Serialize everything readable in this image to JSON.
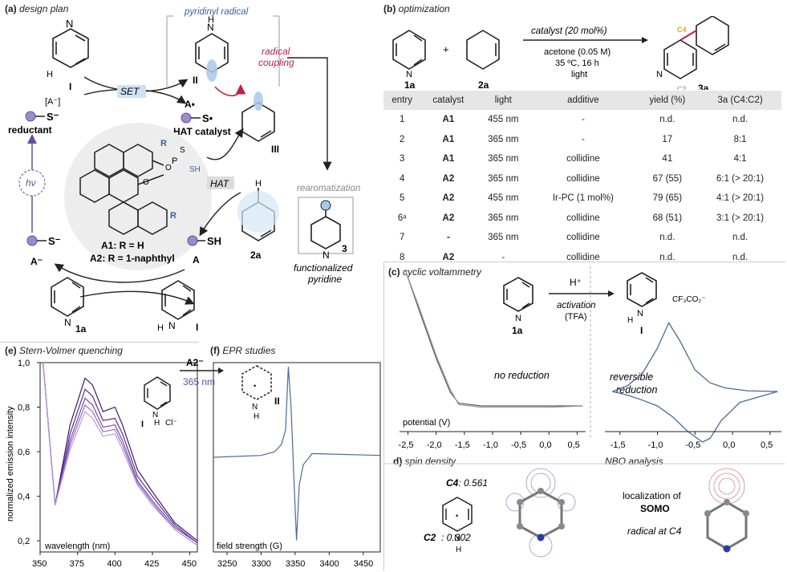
{
  "panel_a": {
    "label": "(a)",
    "title": "design plan",
    "pyridinyl_radical": "pyridinyl radical",
    "radical_coupling_1": "radical",
    "radical_coupling_2": "coupling",
    "set": "SET",
    "hat": "HAT",
    "reductant": "reductant",
    "hat_catalyst": "HAT catalyst",
    "hv": "hν",
    "a1": "A1: R = H",
    "a2": "A2: R = 1-naphthyl",
    "rearomatization": "rearomatization",
    "functionalized_1": "functionalized",
    "functionalized_2": "pyridine",
    "label_I_top": "I",
    "label_II": "II",
    "label_III": "III",
    "label_A_minus": "A⁻",
    "label_A": "A",
    "label_2a": "2a",
    "label_1a": "1a",
    "label_I_bottom": "I",
    "label_3": "3",
    "sh": "SH",
    "s_minus": "S⁻",
    "a_anion": "[A⁻]"
  },
  "panel_b": {
    "label": "(b)",
    "title": "optimization",
    "catalyst_cond": "catalyst (20 mol%)",
    "solvent": "acetone (0.05 M)",
    "temp": "35 ºC, 16 h",
    "light": "light",
    "lbl_1a": "1a",
    "lbl_2a": "2a",
    "lbl_3a": "3a",
    "plus": "+",
    "c4": "C4",
    "c2": "C2",
    "headers": [
      "entry",
      "catalyst",
      "light",
      "additive",
      "yield (%)",
      "3a (C4:C2)"
    ],
    "rows": [
      [
        "1",
        "A1",
        "455 nm",
        "-",
        "n.d.",
        "n.d."
      ],
      [
        "2",
        "A1",
        "365 nm",
        "-",
        "17",
        "8:1"
      ],
      [
        "3",
        "A1",
        "365 nm",
        "collidine",
        "41",
        "4:1"
      ],
      [
        "4",
        "A2",
        "365 nm",
        "collidine",
        "67 (55)",
        "6:1 (> 20:1)"
      ],
      [
        "5",
        "A2",
        "455 nm",
        "Ir-PC (1 mol%)",
        "79 (65)",
        "4:1 (> 20:1)"
      ],
      [
        "6ᵃ",
        "A2",
        "365 nm",
        "collidine",
        "68 (51)",
        "3:1 (> 20:1)"
      ],
      [
        "7",
        "-",
        "365 nm",
        "collidine",
        "n.d.",
        "n.d."
      ],
      [
        "8",
        "A2",
        "-",
        "collidine",
        "n.d.",
        "n.d."
      ]
    ]
  },
  "panel_c": {
    "label": "(c)",
    "title": "cyclic voltammetry",
    "h_plus": "H⁺",
    "activation": "activation",
    "tfa": "(TFA)",
    "lbl_1a": "1a",
    "lbl_I": "I",
    "counter": "CF₃CO₂⁻",
    "no_reduction": "no reduction",
    "reversible": "reversible",
    "reduction": "reduction",
    "xlabel": "potential (V)",
    "left_ticks": [
      "-2,5",
      "-2,0",
      "-1,5",
      "-1,0",
      "-0,5",
      "0,0",
      "0,5"
    ],
    "right_ticks": [
      "-1,5",
      "-1,0",
      "-0,5",
      "0,0",
      "0,5"
    ]
  },
  "panel_d": {
    "label": "d)",
    "title": "spin density",
    "nbo": "NBO analysis",
    "c4": "C4",
    "c4_val": ": 0.561",
    "c2": "C2",
    "c2_val": ": 0.302",
    "localization": "localization of",
    "somo": "SOMO",
    "radical_c4": "radical at C4"
  },
  "panel_e": {
    "label": "(e)",
    "title": "Stern-Volmer quenching",
    "ylabel": "normalized emission intensity",
    "xlabel": "wavelength (nm)",
    "a2": "A2⁻",
    "nm": "365 nm",
    "lbl_I": "I",
    "cl": "Cl⁻",
    "yticks": [
      "1,0",
      "0,8",
      "0,6",
      "0,4",
      "0,2"
    ],
    "xticks": [
      "350",
      "375",
      "400",
      "425",
      "450"
    ]
  },
  "panel_f": {
    "label": "(f)",
    "title": "EPR studies",
    "lbl_II": "II",
    "xlabel": "field strength (G)",
    "xticks": [
      "3250",
      "3300",
      "3350",
      "3400",
      "3450"
    ]
  },
  "chart_data": [
    {
      "type": "line",
      "title": "Stern-Volmer quenching",
      "xlabel": "wavelength (nm)",
      "ylabel": "normalized emission intensity",
      "xlim": [
        350,
        455
      ],
      "ylim": [
        0.15,
        1.0
      ],
      "series": [
        {
          "x": [
            352,
            360,
            370,
            380,
            385,
            392,
            400,
            405,
            415,
            425,
            440,
            455
          ],
          "y": [
            1.0,
            0.36,
            0.72,
            0.93,
            0.9,
            0.78,
            0.8,
            0.72,
            0.52,
            0.42,
            0.28,
            0.2
          ]
        },
        {
          "x": [
            352,
            360,
            370,
            380,
            385,
            392,
            400,
            405,
            415,
            425,
            440,
            455
          ],
          "y": [
            1.0,
            0.36,
            0.68,
            0.88,
            0.85,
            0.74,
            0.75,
            0.68,
            0.49,
            0.4,
            0.27,
            0.19
          ]
        },
        {
          "x": [
            352,
            360,
            370,
            380,
            385,
            392,
            400,
            405,
            415,
            425,
            440,
            455
          ],
          "y": [
            1.0,
            0.36,
            0.65,
            0.84,
            0.81,
            0.71,
            0.72,
            0.65,
            0.47,
            0.38,
            0.26,
            0.19
          ]
        },
        {
          "x": [
            352,
            360,
            370,
            380,
            385,
            392,
            400,
            405,
            415,
            425,
            440,
            455
          ],
          "y": [
            1.0,
            0.36,
            0.63,
            0.81,
            0.78,
            0.69,
            0.7,
            0.63,
            0.46,
            0.37,
            0.25,
            0.18
          ]
        },
        {
          "x": [
            352,
            360,
            370,
            380,
            385,
            392,
            400,
            405,
            415,
            425,
            440,
            455
          ],
          "y": [
            1.0,
            0.36,
            0.61,
            0.78,
            0.75,
            0.67,
            0.68,
            0.61,
            0.45,
            0.36,
            0.25,
            0.18
          ]
        }
      ]
    },
    {
      "type": "line",
      "title": "EPR studies",
      "xlabel": "field strength (G)",
      "xlim": [
        3230,
        3475
      ],
      "series": [
        {
          "x": [
            3230,
            3300,
            3320,
            3330,
            3336,
            3340,
            3344,
            3348,
            3352,
            3356,
            3362,
            3375,
            3475
          ],
          "y": [
            0.0,
            0.02,
            0.06,
            0.14,
            0.3,
            0.98,
            0.55,
            -0.2,
            -0.9,
            -0.3,
            -0.08,
            0.04,
            0.02
          ]
        }
      ]
    },
    {
      "type": "line",
      "title": "cyclic voltammetry",
      "xlabel": "potential (V)",
      "xlim": [
        -2.65,
        0.65
      ],
      "series": [
        {
          "x": [
            -2.55,
            -2.3,
            -2.0,
            -1.75,
            -1.6,
            -1.2,
            -0.5,
            0.0,
            0.6
          ],
          "y": [
            1.0,
            0.7,
            0.35,
            0.1,
            0.02,
            0.0,
            0.0,
            0.0,
            0.0
          ]
        },
        {
          "x": [
            -2.55,
            -2.3,
            -2.0,
            -1.75,
            -1.6,
            -1.2,
            -0.5,
            0.0,
            0.6
          ],
          "y": [
            1.0,
            0.72,
            0.37,
            0.12,
            0.01,
            -0.01,
            -0.01,
            -0.01,
            0.0
          ]
        }
      ]
    },
    {
      "type": "line",
      "title": "cyclic voltammetry",
      "xlabel": "potential (V)",
      "xlim": [
        -1.7,
        0.65
      ],
      "series": [
        {
          "x": [
            -1.6,
            -1.4,
            -1.2,
            -1.0,
            -0.85,
            -0.7,
            -0.5,
            -0.3,
            -0.1,
            0.2,
            0.6
          ],
          "y": [
            0.0,
            0.08,
            0.25,
            0.6,
            0.95,
            0.7,
            0.3,
            0.12,
            0.05,
            0.01,
            0.0
          ]
        },
        {
          "x": [
            -1.6,
            -1.4,
            -1.2,
            -1.0,
            -0.8,
            -0.6,
            -0.4,
            -0.3,
            -0.15,
            0.1,
            0.6
          ],
          "y": [
            0.0,
            -0.05,
            -0.12,
            -0.2,
            -0.35,
            -0.55,
            -0.7,
            -0.65,
            -0.4,
            -0.15,
            0.0
          ]
        }
      ]
    }
  ]
}
